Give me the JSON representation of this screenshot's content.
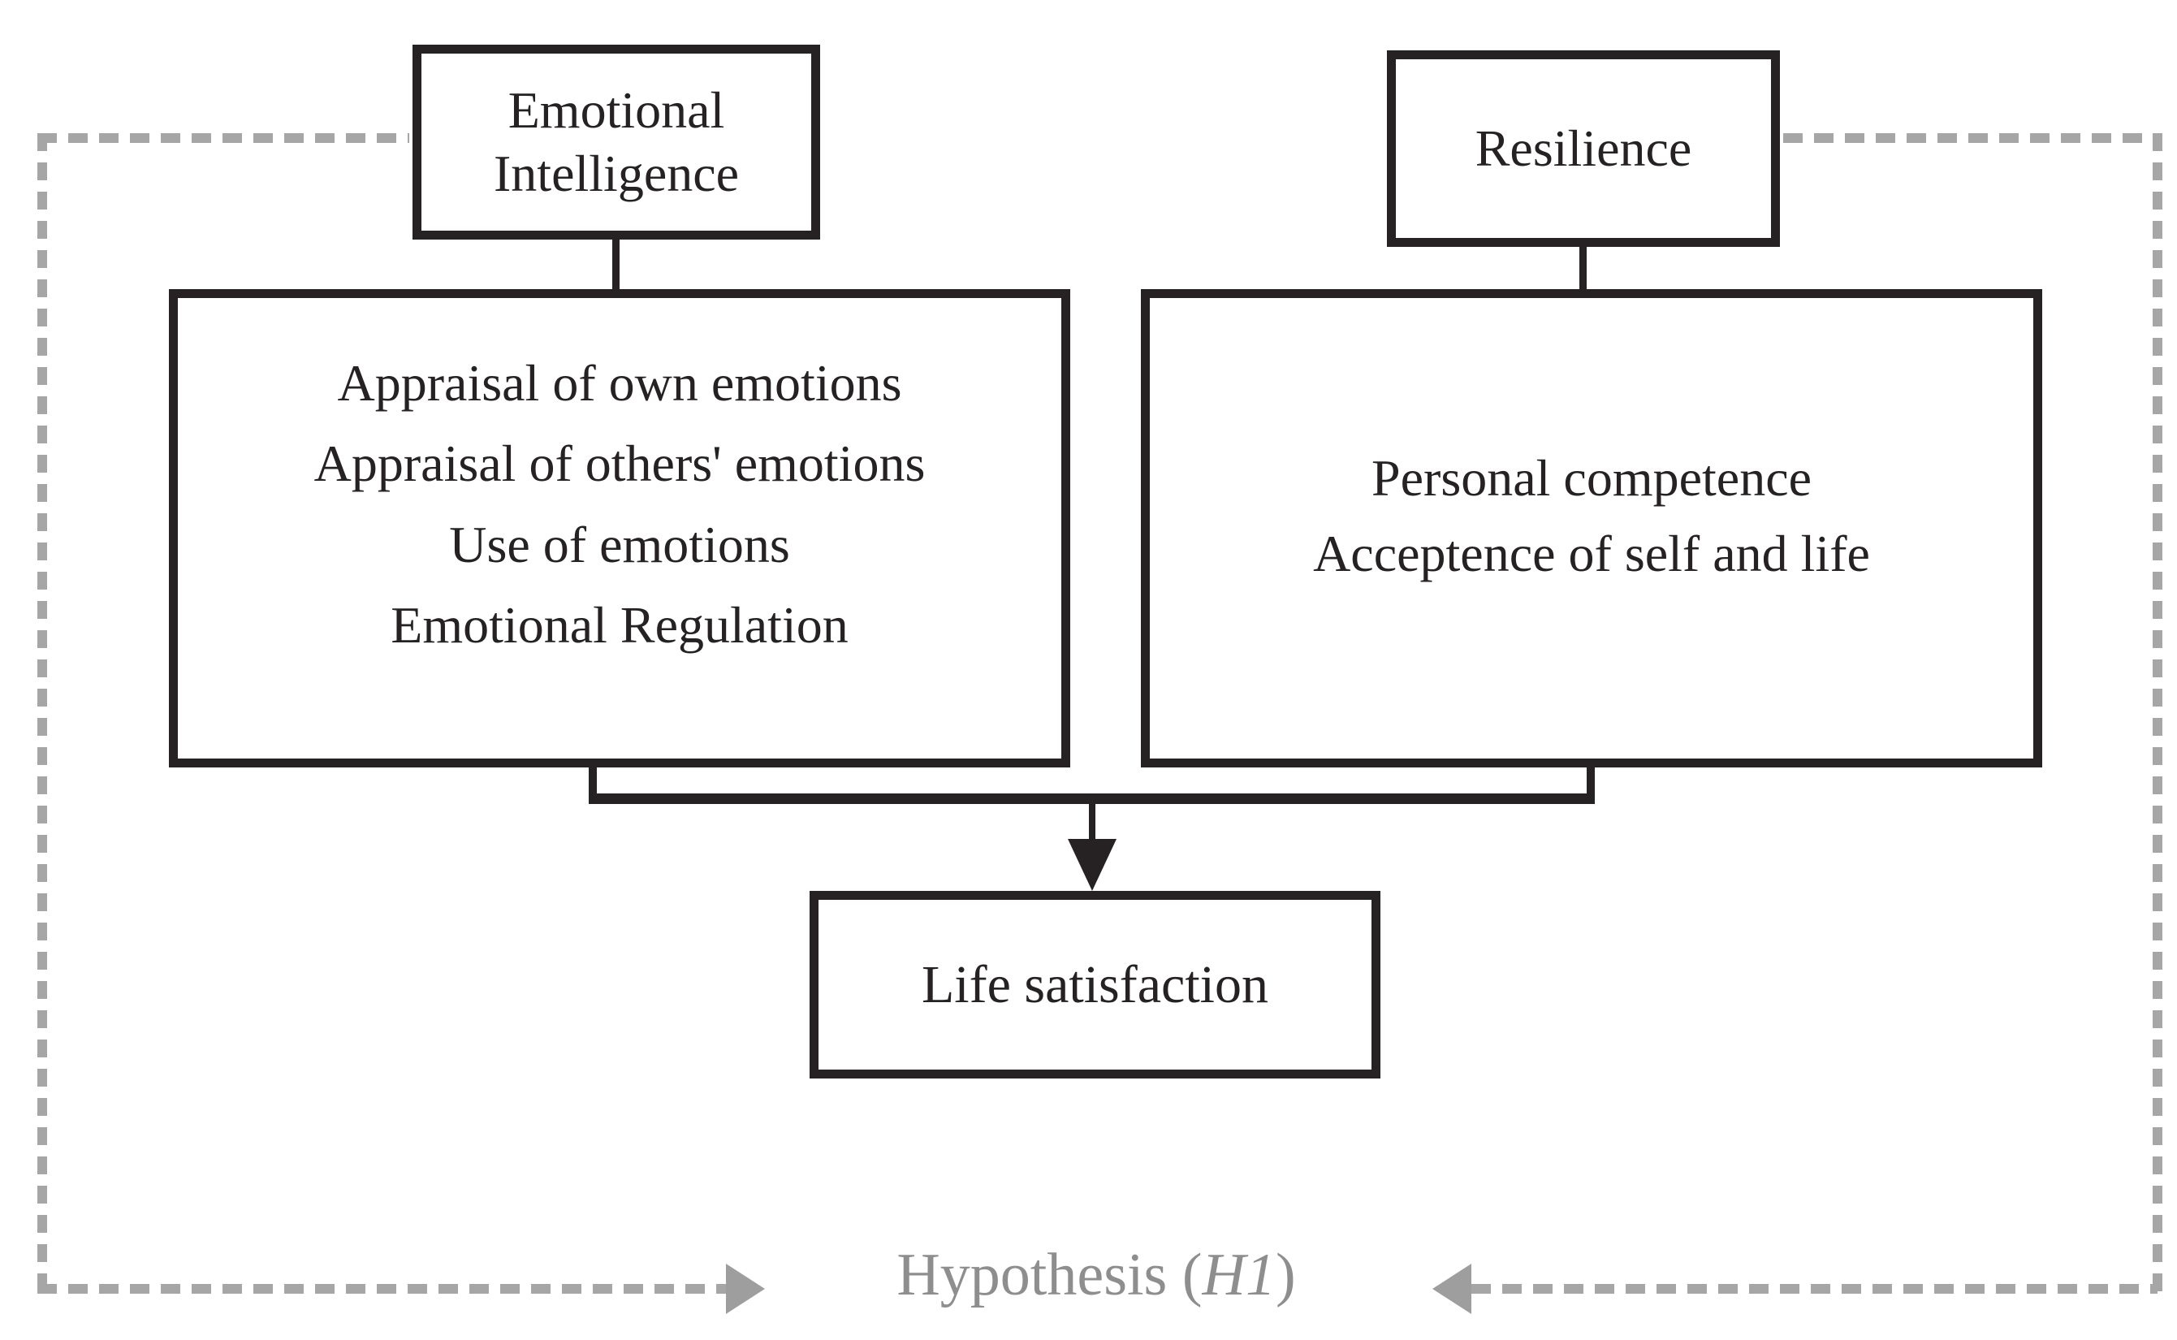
{
  "diagram": {
    "nodes": {
      "emotional_intelligence": {
        "label": "Emotional Intelligence"
      },
      "resilience": {
        "label": "Resilience"
      },
      "ei_components": {
        "lines": [
          "Appraisal of own emotions",
          "Appraisal of others' emotions",
          "Use of emotions",
          "Emotional Regulation"
        ]
      },
      "resilience_components": {
        "lines": [
          "Personal competence",
          "Acceptence of self and life"
        ]
      },
      "life_satisfaction": {
        "label": "Life satisfaction"
      }
    },
    "hypothesis": {
      "prefix": "Hypothesis (",
      "italic": "H1",
      "suffix": ")"
    },
    "colors": {
      "line_black": "#262224",
      "dash_gray": "#a6a6a6",
      "hypothesis_gray": "#8e8e8e",
      "background": "#ffffff"
    }
  }
}
